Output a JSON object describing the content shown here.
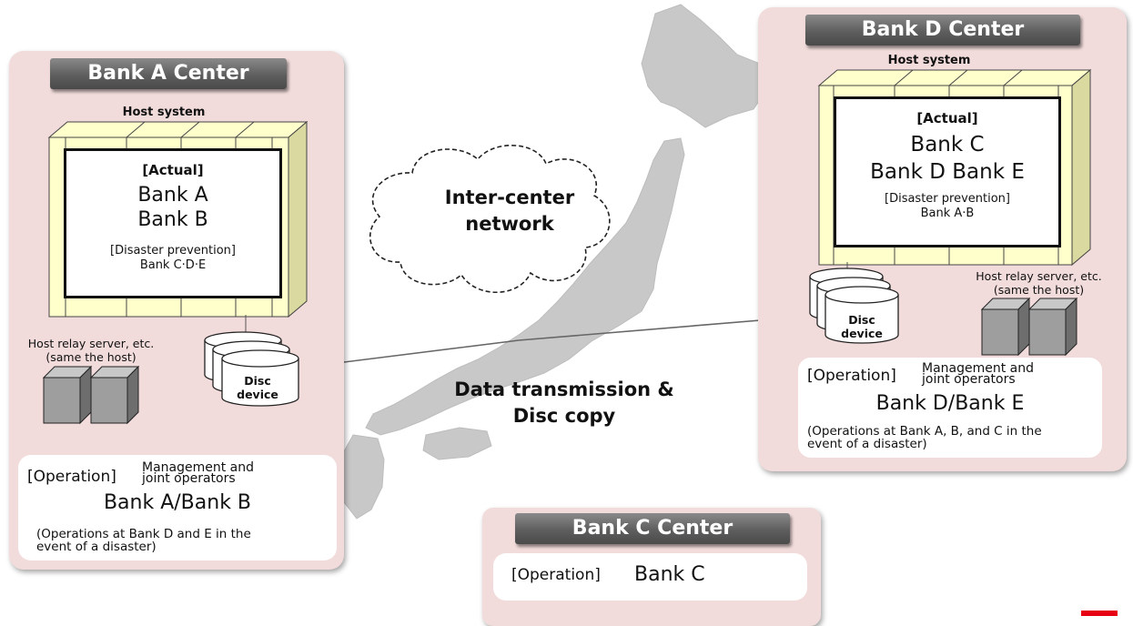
{
  "colors": {
    "center_bg": "#f2dcdb",
    "title_bar": "#5e5e5e",
    "host_frame": "#ffffcc",
    "map": "#c8c8c8",
    "server": "#9e9e9e",
    "accent_mark": "#e60012"
  },
  "map": {
    "network_label": "Inter-center\nnetwork",
    "transfer_label": "Data transmission &\nDisc copy"
  },
  "bank_a": {
    "title": "Bank A Center",
    "host_label": "Host system",
    "actual_heading": "[Actual]",
    "actual_line1": "Bank A",
    "actual_line2": "Bank B",
    "dp_heading": "[Disaster prevention]",
    "dp_banks": "Bank C·D·E",
    "relay_label": "Host relay server, etc.\n(same the host)",
    "disc_label": "Disc\ndevice",
    "op_prefix": "[Operation]",
    "op_role": "Management and\njoint operators",
    "op_banks": "Bank A/Bank B",
    "op_note": "(Operations at Bank D and E in the\nevent of a disaster)"
  },
  "bank_d": {
    "title": "Bank D Center",
    "host_label": "Host system",
    "actual_heading": "[Actual]",
    "actual_line1": "Bank C",
    "actual_line2": "Bank D Bank E",
    "dp_heading": "[Disaster prevention]",
    "dp_banks": "Bank A·B",
    "relay_label": "Host relay server, etc.\n(same the host)",
    "disc_label": "Disc\ndevice",
    "op_prefix": "[Operation]",
    "op_role": "Management and\njoint operators",
    "op_banks": "Bank D/Bank E",
    "op_note": "(Operations at Bank A, B, and C in the\nevent of a disaster)"
  },
  "bank_c": {
    "title": "Bank C Center",
    "op_prefix": "[Operation]",
    "op_banks": "Bank C"
  }
}
